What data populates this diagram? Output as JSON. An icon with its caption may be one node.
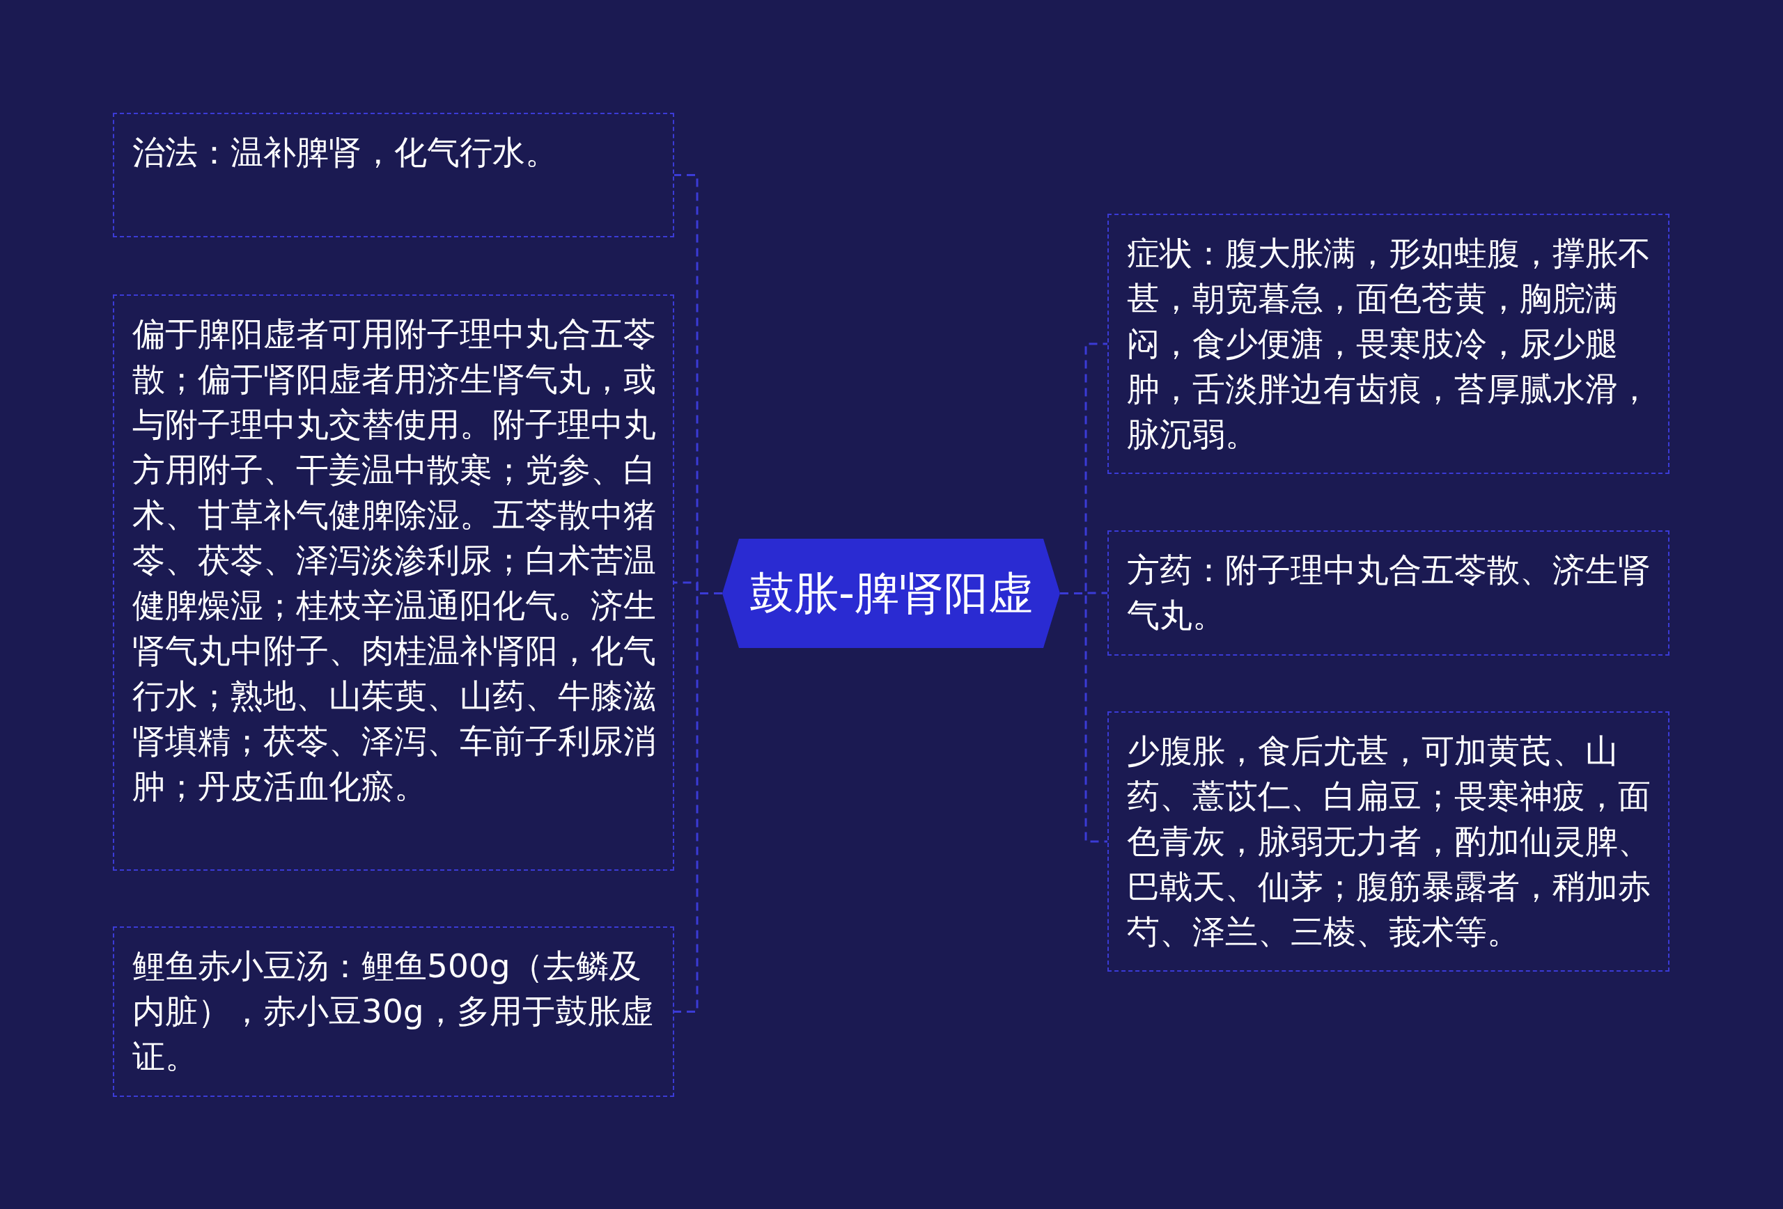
{
  "diagram": {
    "nodes": [
      {
        "text": [
          "鼓胀-脾肾阳虚"
        ]
      },
      {
        "text": [
          "治法：温补脾肾，化气行水。"
        ]
      },
      {
        "text": [
          "偏于脾阳虚者可用附子理中丸合五苓散；偏于肾阳虚者用济生肾气丸，或与附子理中丸交替使用。附子理中丸方用附子、干姜温中散寒；党参、白术、甘草补气健脾除湿。五苓散中猪苓、茯苓、泽泻淡渗利尿；白术苦温健脾燥湿；桂枝辛温通阳化气。济生肾气丸中附子、肉桂温补肾阳，化气行水；熟地、山茱萸、山药、牛膝滋肾填精；茯苓、泽泻、车前子利尿消肿；丹皮活血化瘀。"
        ]
      },
      {
        "text": [
          "鲤鱼赤小豆汤：鲤鱼500g（去鳞及内脏），赤小豆30g，多用于鼓胀虚证。"
        ]
      },
      {
        "text": [
          "症状：腹大胀满，形如蛙腹，撑胀不甚，朝宽暮急，面色苍黄，胸脘满闷，食少便溏，畏寒肢冷，尿少腿肿，舌淡胖边有齿痕，苔厚腻水滑，脉沉弱。"
        ]
      },
      {
        "text": [
          "方药：附子理中丸合五苓散、济生肾气丸。"
        ]
      },
      {
        "text": [
          "少腹胀，食后尤甚，可加黄芪、山药、薏苡仁、白扁豆；畏寒神疲，面色青灰，脉弱无力者，酌加仙灵脾、巴戟天、仙茅；腹筋暴露者，稍加赤芍、泽兰、三棱、莪术等。"
        ]
      }
    ],
    "edges": [
      {
        "from": 0,
        "to": 1,
        "arrow": "none",
        "style": "dashed"
      },
      {
        "from": 0,
        "to": 2,
        "arrow": "none",
        "style": "dashed"
      },
      {
        "from": 0,
        "to": 3,
        "arrow": "none",
        "style": "dashed"
      },
      {
        "from": 0,
        "to": 4,
        "arrow": "none",
        "style": "dashed"
      },
      {
        "from": 0,
        "to": 5,
        "arrow": "none",
        "style": "dashed"
      },
      {
        "from": 0,
        "to": 6,
        "arrow": "none",
        "style": "dashed"
      }
    ]
  }
}
